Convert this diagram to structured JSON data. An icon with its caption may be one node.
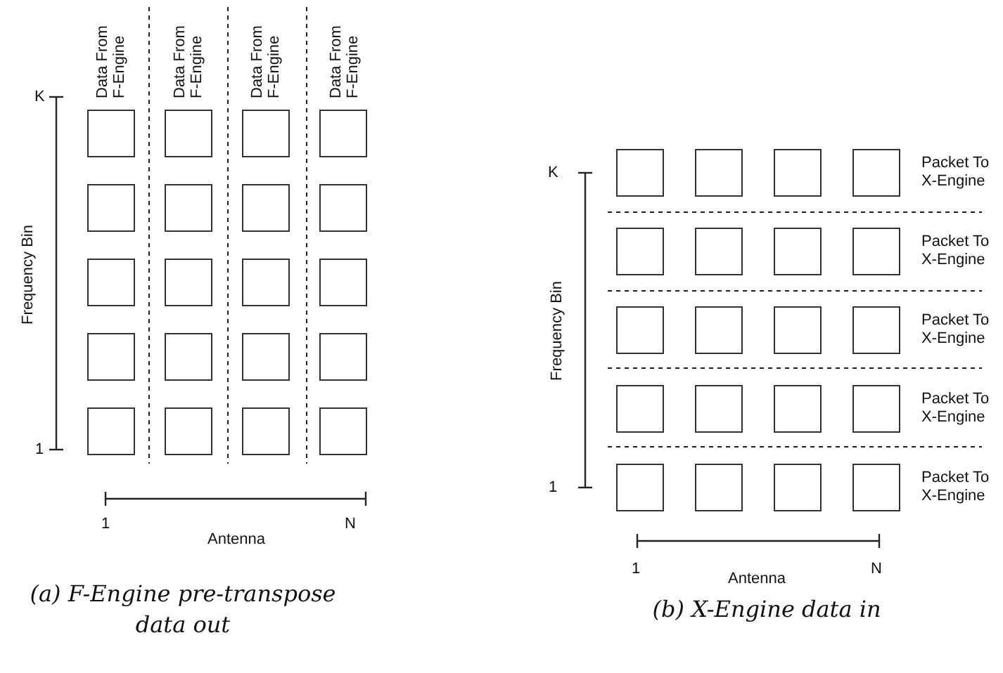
{
  "diagram": {
    "nodes": [
      {
        "text": [],
        "shape": "box"
      },
      {
        "text": [],
        "shape": "box"
      },
      {
        "text": [],
        "shape": "box"
      },
      {
        "text": [],
        "shape": "box"
      },
      {
        "text": [],
        "shape": "box"
      },
      {
        "text": [],
        "shape": "box"
      },
      {
        "text": [],
        "shape": "box"
      },
      {
        "text": [],
        "shape": "box"
      },
      {
        "text": [],
        "shape": "box"
      },
      {
        "text": [],
        "shape": "box"
      },
      {
        "text": [],
        "shape": "box"
      },
      {
        "text": [],
        "shape": "box"
      },
      {
        "text": [],
        "shape": "box"
      },
      {
        "text": [],
        "shape": "box"
      },
      {
        "text": [],
        "shape": "box"
      },
      {
        "text": [],
        "shape": "box"
      },
      {
        "text": [],
        "shape": "box"
      },
      {
        "text": [],
        "shape": "box"
      },
      {
        "text": [],
        "shape": "box"
      },
      {
        "text": [],
        "shape": "box"
      },
      {
        "text": [],
        "shape": "box"
      },
      {
        "text": [],
        "shape": "box"
      },
      {
        "text": [],
        "shape": "box"
      },
      {
        "text": [],
        "shape": "box"
      },
      {
        "text": [],
        "shape": "box"
      },
      {
        "text": [],
        "shape": "box"
      },
      {
        "text": [],
        "shape": "box"
      },
      {
        "text": [],
        "shape": "box"
      },
      {
        "text": [],
        "shape": "box"
      },
      {
        "text": [],
        "shape": "box"
      },
      {
        "text": [],
        "shape": "box"
      },
      {
        "text": [],
        "shape": "box"
      },
      {
        "text": [],
        "shape": "box"
      },
      {
        "text": [],
        "shape": "box"
      },
      {
        "text": [],
        "shape": "box"
      },
      {
        "text": [],
        "shape": "box"
      },
      {
        "text": [],
        "shape": "box"
      },
      {
        "text": [],
        "shape": "box"
      },
      {
        "text": [],
        "shape": "box"
      },
      {
        "text": [],
        "shape": "box"
      }
    ],
    "labels": [
      "Data From F-Engine",
      "Data From F-Engine",
      "Data From F-Engine",
      "Data From F-Engine",
      "K",
      "Frequency Bin",
      "1",
      "1",
      "N",
      "Antenna",
      "(a) F-Engine pre-transpose data out",
      "K",
      "Frequency Bin",
      "1",
      "Packet To X-Engine",
      "Packet To X-Engine",
      "Packet To X-Engine",
      "Packet To X-Engine",
      "Packet To X-Engine",
      "1",
      "N",
      "Antenna",
      "(b) X-Engine data in"
    ]
  }
}
